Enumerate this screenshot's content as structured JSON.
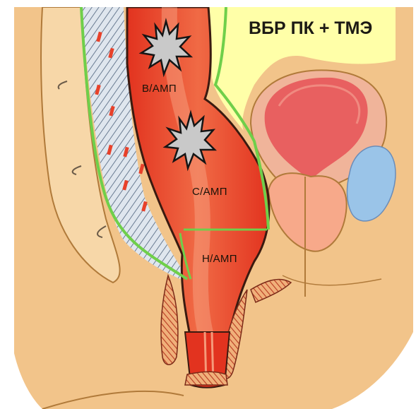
{
  "title": "ВБР ПК + ТМЭ",
  "labels": {
    "upper": "В/АМП",
    "middle": "С/АМП",
    "lower": "Н/АМП"
  },
  "colors": {
    "skin": "#f2c48a",
    "skin_outline": "#b07a3a",
    "rectum": "#e8412a",
    "rectum_light": "#ef8060",
    "mesorectum_green": "#6fcf4a",
    "fascia_zone": "#ffffa8",
    "bladder_outer": "#f0b49a",
    "bladder_inner": "#e86060",
    "prostate": "#f7a98a",
    "seminal_blue": "#9ac4e8",
    "tumor": "#c8c8c8",
    "muscle_hatch": "#c8452a"
  },
  "icons": [
    "tumor-star-icon",
    "tumor-star-icon"
  ]
}
